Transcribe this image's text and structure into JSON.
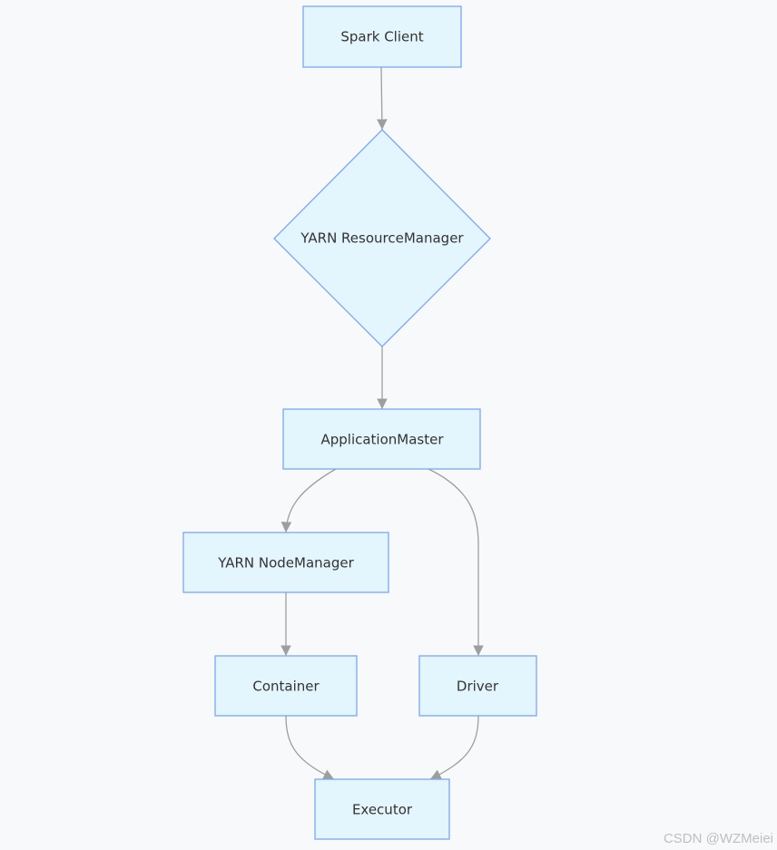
{
  "diagram": {
    "type": "flowchart",
    "colors": {
      "node_fill": "#e3f5fd",
      "node_stroke": "#7aa7f5",
      "edge": "#9e9e9e",
      "text": "#333333",
      "background": "#f8f9fa"
    },
    "nodes": {
      "spark_client": {
        "label": "Spark Client",
        "shape": "rect"
      },
      "yarn_resource_manager": {
        "label": "YARN ResourceManager",
        "shape": "diamond"
      },
      "application_master": {
        "label": "ApplicationMaster",
        "shape": "rect"
      },
      "yarn_node_manager": {
        "label": "YARN NodeManager",
        "shape": "rect"
      },
      "container": {
        "label": "Container",
        "shape": "rect"
      },
      "driver": {
        "label": "Driver",
        "shape": "rect"
      },
      "executor": {
        "label": "Executor",
        "shape": "rect"
      }
    },
    "edges": [
      {
        "from": "spark_client",
        "to": "yarn_resource_manager"
      },
      {
        "from": "yarn_resource_manager",
        "to": "application_master"
      },
      {
        "from": "application_master",
        "to": "yarn_node_manager"
      },
      {
        "from": "application_master",
        "to": "driver"
      },
      {
        "from": "yarn_node_manager",
        "to": "container"
      },
      {
        "from": "container",
        "to": "executor"
      },
      {
        "from": "driver",
        "to": "executor"
      }
    ]
  },
  "watermark": {
    "text": "CSDN @WZMeiei"
  }
}
